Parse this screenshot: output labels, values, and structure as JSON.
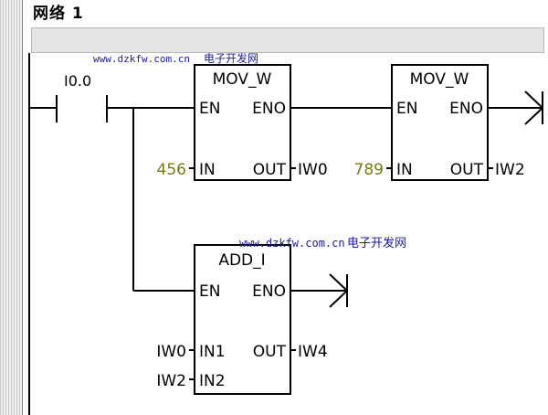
{
  "network": {
    "title": "网络 1"
  },
  "watermarks": [
    {
      "text": "www.dzkfw.com.cn",
      "text2": "电子开发网"
    },
    {
      "text": "www.dzkfw.com.cn",
      "text2": "电子开发网"
    }
  ],
  "contact": {
    "label": "I0.0"
  },
  "boxes": {
    "mov1": {
      "title": "MOV_W",
      "en": "EN",
      "eno": "ENO",
      "in": "IN",
      "out": "OUT",
      "in_val": "456",
      "out_val": "IW0"
    },
    "mov2": {
      "title": "MOV_W",
      "en": "EN",
      "eno": "ENO",
      "in": "IN",
      "out": "OUT",
      "in_val": "789",
      "out_val": "IW2"
    },
    "add": {
      "title": "ADD_I",
      "en": "EN",
      "eno": "ENO",
      "in1": "IN1",
      "in2": "IN2",
      "out": "OUT",
      "in1_val": "IW0",
      "in2_val": "IW2",
      "out_val": "IW4"
    }
  },
  "colors": {
    "constant": "#7a7a10",
    "watermark": "#1a1aa0",
    "comment_bar": "#e5e5e5"
  }
}
